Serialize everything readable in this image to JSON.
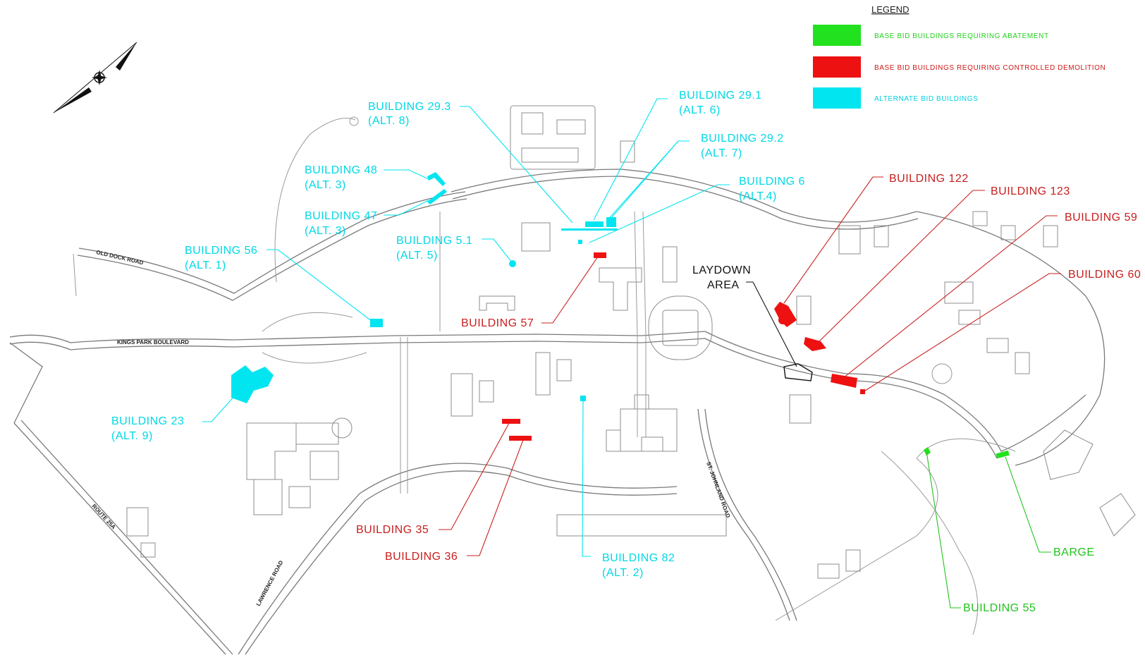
{
  "legend": {
    "title": "LEGEND",
    "items": [
      {
        "label": "BASE  BID  BUILDINGS  REQUIRING  ABATEMENT",
        "color": "#22e11e"
      },
      {
        "label": "BASE  BID  BUILDINGS  REQUIRING  CONTROLLED  DEMOLITION",
        "color": "#ee1111"
      },
      {
        "label": "ALTERNATE  BID  BUILDINGS",
        "color": "#00e5f0"
      }
    ]
  },
  "colors": {
    "abatement": "#22e11e",
    "demolition": "#ee1111",
    "alternate": "#00e5f0",
    "neutral": "#111111"
  },
  "roads": {
    "old_dock": "OLD DOCK ROAD",
    "kings_park": "KINGS PARK BOULEVARD",
    "route_25a": "ROUTE 25A",
    "lawrence": "LAWRENCE ROAD",
    "st_johnland": "ST. JOHNLAND ROAD"
  },
  "labels": {
    "b29_3": {
      "name": "BUILDING  29.3",
      "alt": "(ALT. 8)"
    },
    "b29_1": {
      "name": "BUILDING  29.1",
      "alt": "(ALT. 6)"
    },
    "b29_2": {
      "name": "BUILDING  29.2",
      "alt": "(ALT. 7)"
    },
    "b6": {
      "name": "BUILDING  6",
      "alt": "(ALT.4)"
    },
    "b48": {
      "name": "BUILDING  48",
      "alt": "(ALT. 3)"
    },
    "b47": {
      "name": "BUILDING  47",
      "alt": "(ALT. 3)"
    },
    "b5_1": {
      "name": "BUILDING  5.1",
      "alt": "(ALT. 5)"
    },
    "b56": {
      "name": "BUILDING  56",
      "alt": "(ALT. 1)"
    },
    "b23": {
      "name": "BUILDING  23",
      "alt": "(ALT. 9)"
    },
    "b82": {
      "name": "BUILDING  82",
      "alt": "(ALT. 2)"
    },
    "b57": {
      "name": "BUILDING  57"
    },
    "b35": {
      "name": "BUILDING  35"
    },
    "b36": {
      "name": "BUILDING  36"
    },
    "b122": {
      "name": "BUILDING  122"
    },
    "b123": {
      "name": "BUILDING 123"
    },
    "b59": {
      "name": "BUILDING 59"
    },
    "b60": {
      "name": "BUILDING 60"
    },
    "laydown": {
      "line1": "LAYDOWN",
      "line2": "AREA"
    },
    "barge": {
      "name": "BARGE"
    },
    "b55": {
      "name": "BUILDING 55"
    }
  }
}
